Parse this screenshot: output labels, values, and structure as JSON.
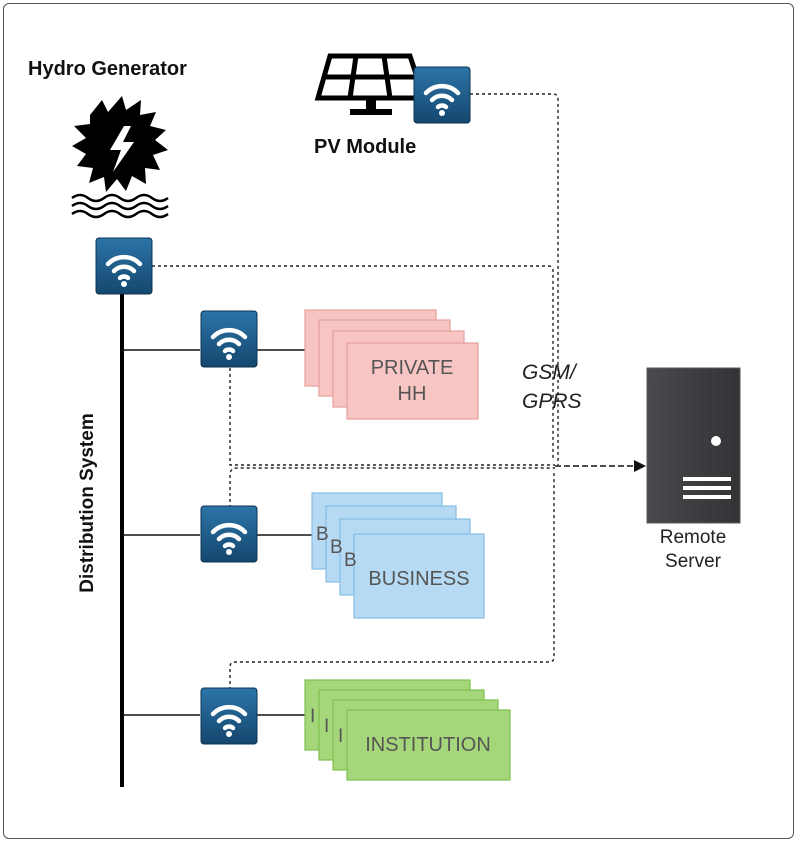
{
  "diagram": {
    "labels": {
      "hydro_generator": "Hydro Generator",
      "pv_module": "PV Module",
      "distribution_system": "Distribution System",
      "network": "GSM/\nGPRS",
      "remote_server": "Remote\nServer"
    },
    "groups": [
      {
        "id": "private",
        "stack": [
          "",
          "",
          "",
          "PRIVATE\nHH"
        ],
        "partials": []
      },
      {
        "id": "business",
        "stack": [
          "",
          "",
          "",
          "BUSINESS"
        ],
        "partials": [
          "B",
          "B",
          "B"
        ]
      },
      {
        "id": "institution",
        "stack": [
          "",
          "",
          "",
          "INSTITUTION"
        ],
        "partials": [
          "I",
          "I",
          "I"
        ]
      }
    ],
    "colors": {
      "private_fill": "#f7c6c4",
      "private_stroke": "#e6a09c",
      "business_fill": "#b6daf3",
      "business_stroke": "#86bde3",
      "institution_fill": "#a6d67a",
      "institution_stroke": "#7fc04f",
      "wifi_box": "#1f5e8f",
      "server_body": "#3f3f42"
    },
    "icons": [
      "hydro-turbine-icon",
      "solar-panel-icon",
      "wifi-icon",
      "server-icon",
      "water-waves-icon"
    ]
  }
}
